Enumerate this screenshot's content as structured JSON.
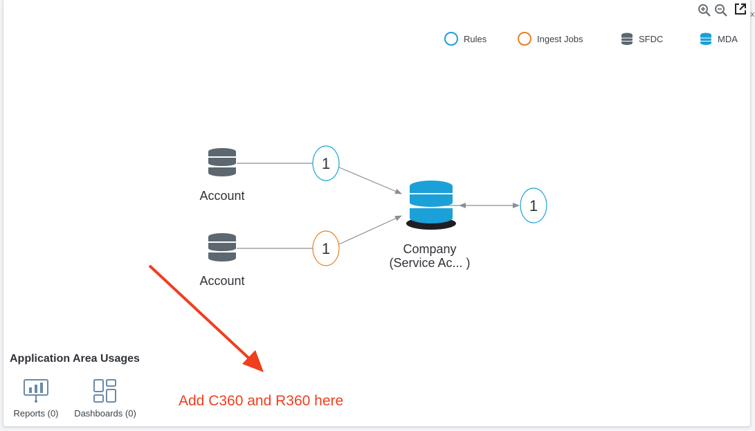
{
  "legend": [
    {
      "label": "Rules",
      "icon": "ring-icon",
      "color": "#1ba0d8"
    },
    {
      "label": "Ingest Jobs",
      "icon": "ring-icon",
      "color": "#e67e22"
    },
    {
      "label": "SFDC",
      "icon": "database-icon",
      "color": "#5c6770"
    },
    {
      "label": "MDA",
      "icon": "database-icon",
      "color": "#1ba0d8"
    }
  ],
  "toolbar": {
    "zoom_in": "zoom-in-icon",
    "zoom_out": "zoom-out-icon",
    "popout": "popout-icon",
    "close_glyph": "x"
  },
  "graph": {
    "source_top": {
      "label": "Account",
      "type": "SFDC"
    },
    "source_bottom": {
      "label": "Account",
      "type": "SFDC"
    },
    "rule_node": {
      "count": "1",
      "type": "Rules"
    },
    "ingest_node": {
      "count": "1",
      "type": "Ingest Jobs"
    },
    "target": {
      "label_line1": "Company",
      "label_line2": "(Service Ac... )",
      "type": "MDA"
    },
    "downstream_rule": {
      "count": "1",
      "type": "Rules"
    }
  },
  "usages": {
    "title": "Application Area Usages",
    "reports": "Reports (0)",
    "dashboards": "Dashboards (0)"
  },
  "annotation": "Add C360 and R360 here",
  "colors": {
    "rules": "#1ba0d8",
    "ingest": "#e67e22",
    "sfdc": "#5c6770",
    "mda": "#1ba0d8",
    "annotation": "#f03e1e"
  }
}
